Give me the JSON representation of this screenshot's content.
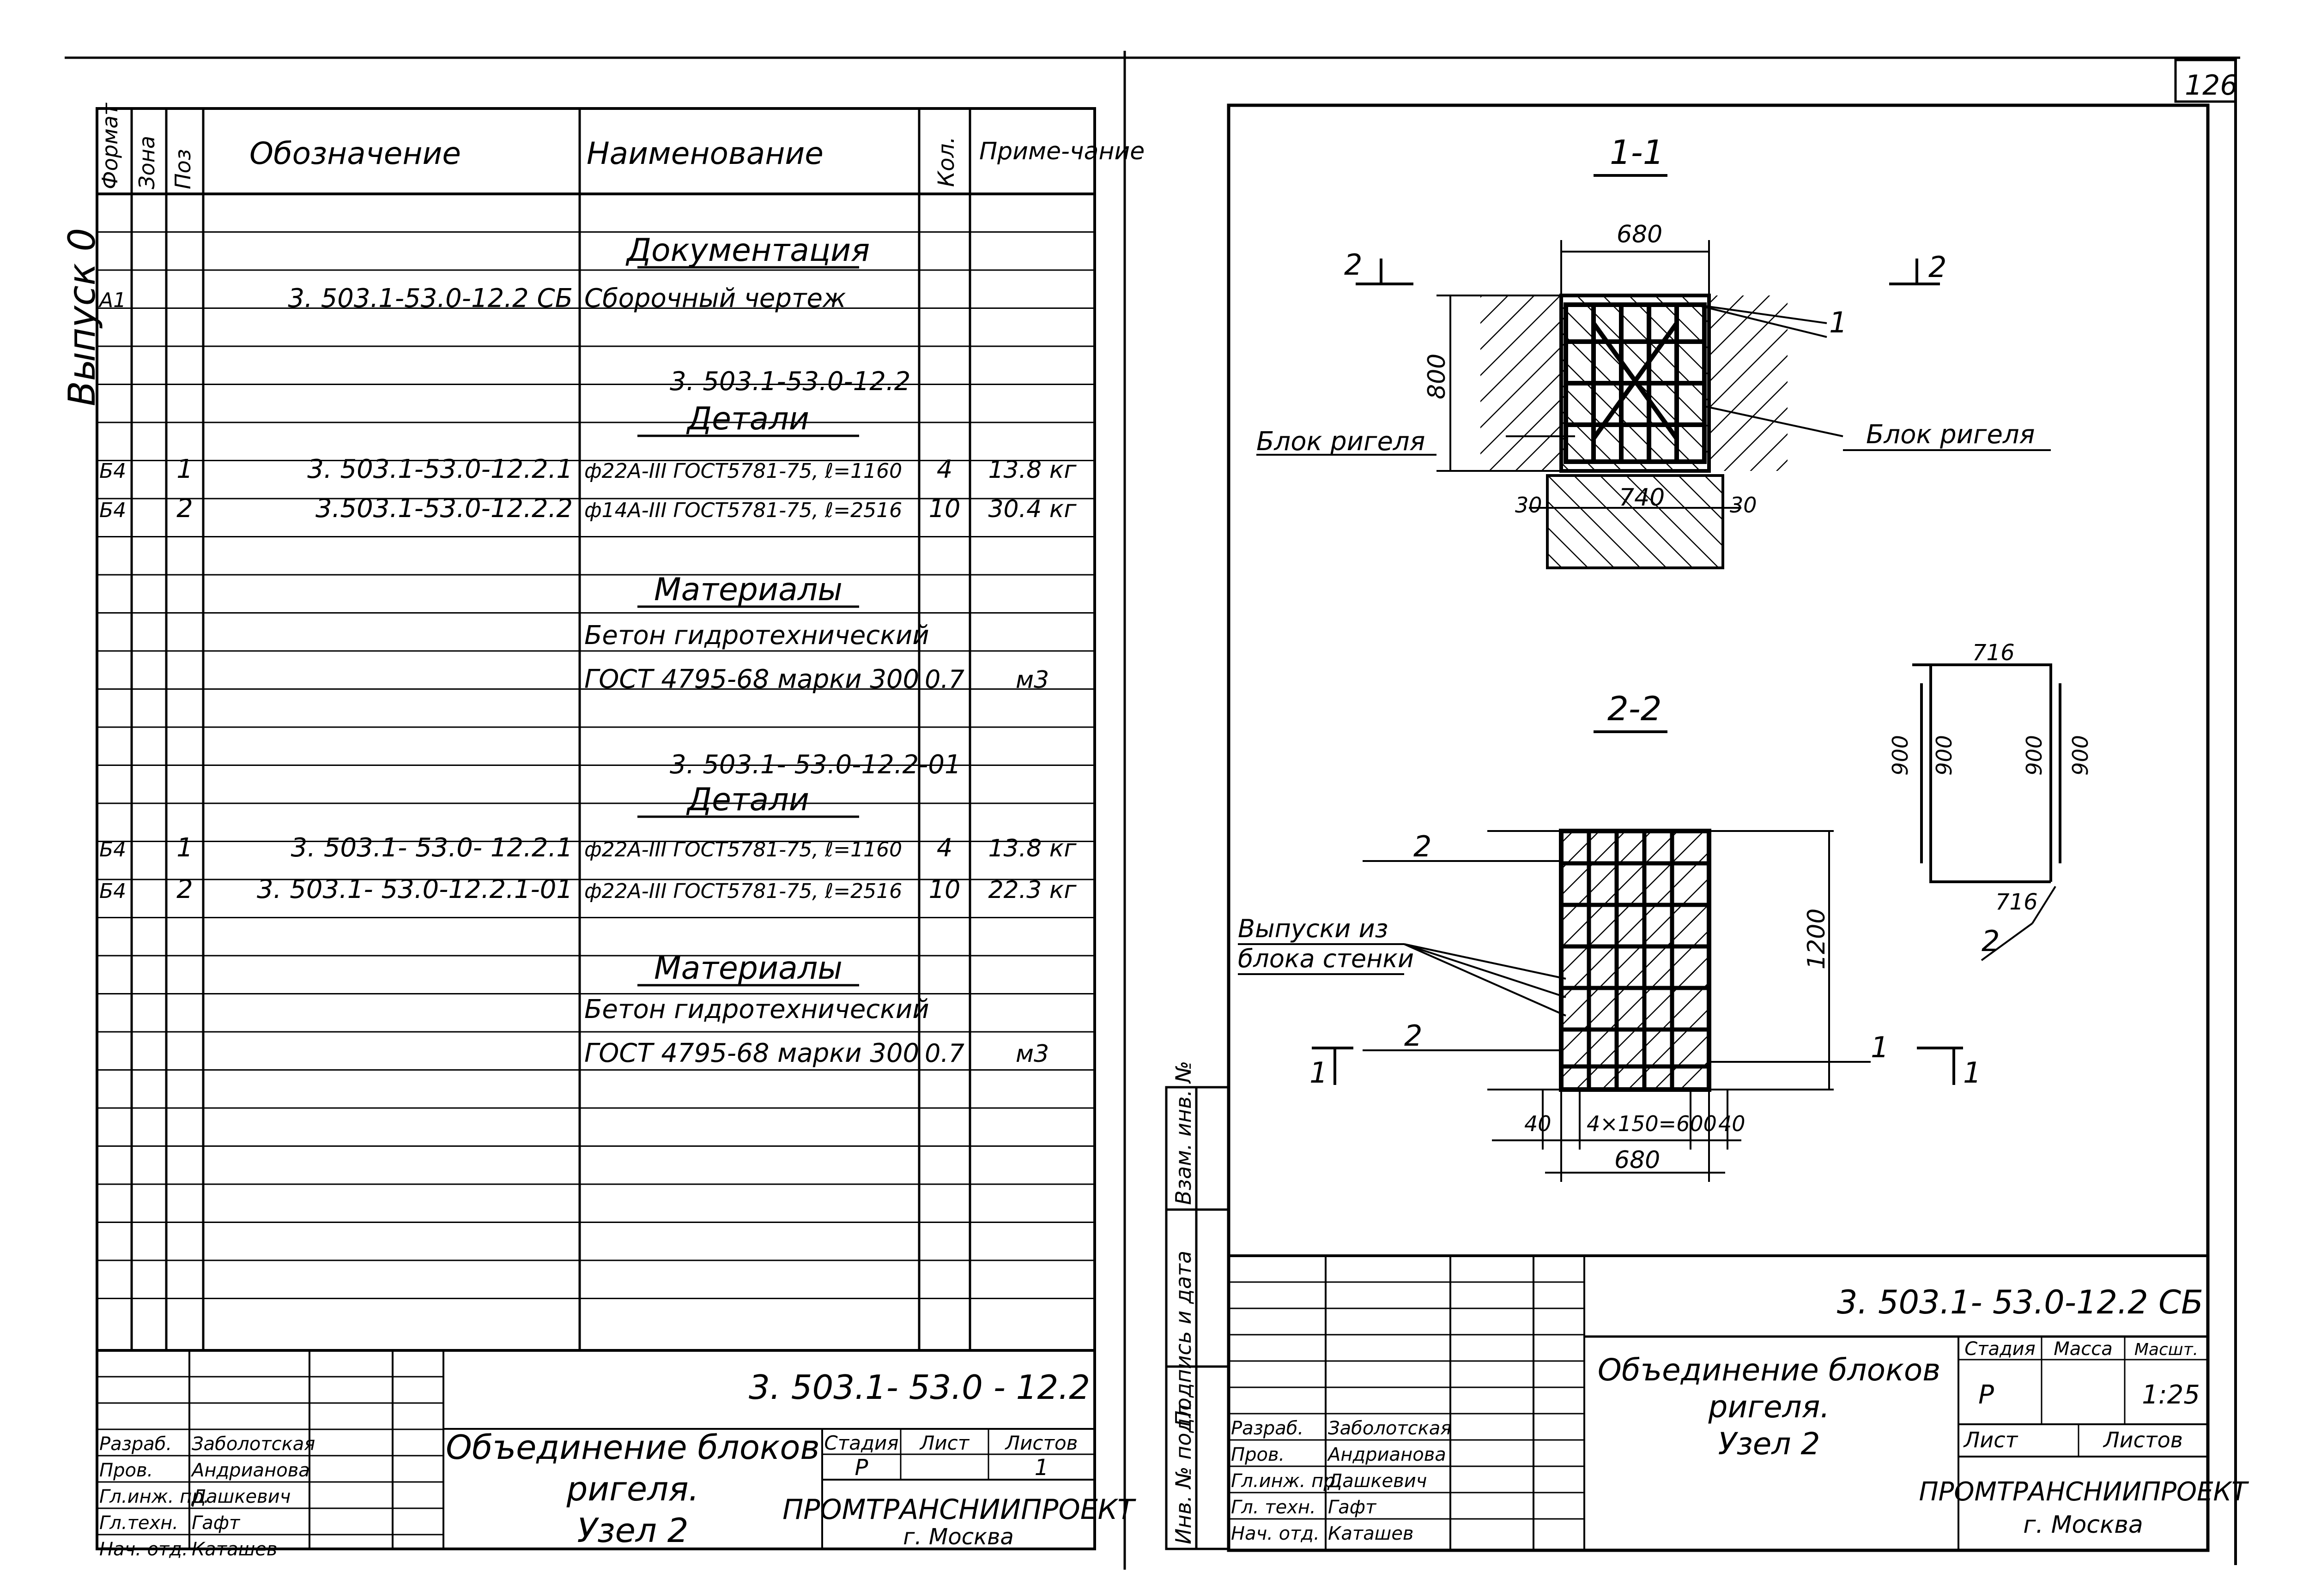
{
  "page_number": "126",
  "side_label": "Выпуск 0",
  "spec": {
    "headers": {
      "format": "Формат",
      "zone": "Зона",
      "pos": "Поз",
      "designation": "Обозначение",
      "name": "Наименование",
      "qty": "Кол.",
      "note": "Приме-чание"
    },
    "rows": [
      {
        "fmt": "",
        "pos": "",
        "des": "",
        "name": "Документация",
        "qty": "",
        "note": "",
        "heading": true
      },
      {
        "fmt": "А1",
        "pos": "",
        "des": "3. 503.1-53.0-12.2 СБ",
        "name": "Сборочный чертеж",
        "qty": "",
        "note": "",
        "heading": false
      },
      {
        "fmt": "",
        "pos": "",
        "des": "",
        "name": "",
        "qty": "",
        "note": "",
        "heading": false
      },
      {
        "fmt": "",
        "pos": "",
        "des": "",
        "name": "3. 503.1-53.0-12.2",
        "qty": "",
        "note": "",
        "heading": false
      },
      {
        "fmt": "",
        "pos": "",
        "des": "",
        "name": "Детали",
        "qty": "",
        "note": "",
        "heading": true
      },
      {
        "fmt": "Б4",
        "pos": "1",
        "des": "3. 503.1-53.0-12.2.1",
        "name": "ф22А-III ГОСТ5781-75, ℓ=1160",
        "qty": "4",
        "note": "13.8 кг",
        "heading": false
      },
      {
        "fmt": "Б4",
        "pos": "2",
        "des": "3.503.1-53.0-12.2.2",
        "name": "ф14А-III ГОСТ5781-75, ℓ=2516",
        "qty": "10",
        "note": "30.4 кг",
        "heading": false
      },
      {
        "fmt": "",
        "pos": "",
        "des": "",
        "name": "",
        "qty": "",
        "note": "",
        "heading": false
      },
      {
        "fmt": "",
        "pos": "",
        "des": "",
        "name": "Материалы",
        "qty": "",
        "note": "",
        "heading": true
      },
      {
        "fmt": "",
        "pos": "",
        "des": "",
        "name": "Бетон гидротехнический",
        "qty": "",
        "note": "",
        "heading": false
      },
      {
        "fmt": "",
        "pos": "",
        "des": "",
        "name": "ГОСТ 4795-68 марки 300",
        "qty": "0.7",
        "note": "м3",
        "heading": false
      },
      {
        "fmt": "",
        "pos": "",
        "des": "",
        "name": "",
        "qty": "",
        "note": "",
        "heading": false
      },
      {
        "fmt": "",
        "pos": "",
        "des": "",
        "name": "3. 503.1- 53.0-12.2-01",
        "qty": "",
        "note": "",
        "heading": false
      },
      {
        "fmt": "",
        "pos": "",
        "des": "",
        "name": "Детали",
        "qty": "",
        "note": "",
        "heading": true
      },
      {
        "fmt": "Б4",
        "pos": "1",
        "des": "3. 503.1- 53.0- 12.2.1",
        "name": "ф22А-III ГОСТ5781-75, ℓ=1160",
        "qty": "4",
        "note": "13.8 кг",
        "heading": false
      },
      {
        "fmt": "Б4",
        "pos": "2",
        "des": "3. 503.1- 53.0-12.2.1-01",
        "name": "ф22А-III ГОСТ5781-75, ℓ=2516",
        "qty": "10",
        "note": "22.3 кг",
        "heading": false
      },
      {
        "fmt": "",
        "pos": "",
        "des": "",
        "name": "",
        "qty": "",
        "note": "",
        "heading": false
      },
      {
        "fmt": "",
        "pos": "",
        "des": "",
        "name": "Материалы",
        "qty": "",
        "note": "",
        "heading": true
      },
      {
        "fmt": "",
        "pos": "",
        "des": "",
        "name": "Бетон гидротехнический",
        "qty": "",
        "note": "",
        "heading": false
      },
      {
        "fmt": "",
        "pos": "",
        "des": "",
        "name": "ГОСТ 4795-68 марки 300",
        "qty": "0.7",
        "note": "м3",
        "heading": false
      }
    ]
  },
  "title_block_left": {
    "code": "3. 503.1- 53.0 - 12.2",
    "title_lines": [
      "Объединение блоков",
      "ригеля.",
      "Узел 2"
    ],
    "stage_label": "Стадия",
    "sheet_label": "Лист",
    "sheets_label": "Листов",
    "stage": "Р",
    "sheets": "1",
    "org": "ПРОМТРАНСНИИПРОЕКТ",
    "city": "г. Москва",
    "people": [
      {
        "role": "Разраб.",
        "name": "Заболотская"
      },
      {
        "role": "Пров.",
        "name": "Андрианова"
      },
      {
        "role": "Гл.инж. пр.",
        "name": "Дашкевич"
      },
      {
        "role": "Гл.техн.",
        "name": "Гафт"
      },
      {
        "role": "Нач. отд.",
        "name": "Каташев"
      }
    ]
  },
  "title_block_right": {
    "code": "3. 503.1- 53.0-12.2 СБ",
    "title_lines": [
      "Объединение блоков",
      "ригеля.",
      "Узел 2"
    ],
    "stage_label": "Стадия",
    "mass_label": "Масса",
    "scale_label": "Масшт.",
    "sheet_label": "Лист",
    "sheets_label": "Листов",
    "stage": "Р",
    "scale": "1:25",
    "org": "ПРОМТРАНСНИИПРОЕКТ",
    "city": "г. Москва",
    "people": [
      {
        "role": "Разраб.",
        "name": "Заболотская"
      },
      {
        "role": "Пров.",
        "name": "Андрианова"
      },
      {
        "role": "Гл.инж. пр.",
        "name": "Дашкевич"
      },
      {
        "role": "Гл. техн.",
        "name": "Гафт"
      },
      {
        "role": "Нач. отд.",
        "name": "Каташев"
      }
    ]
  },
  "stamp_side": {
    "inv_orig": "Инв. № подл.",
    "sign_date": "Подпись и дата",
    "inv_repl": "Взам. инв. №"
  },
  "drawing": {
    "section_1": "1-1",
    "section_2": "2-2",
    "cut_mark_2": "2",
    "cut_mark_1": "1",
    "pos_label_1": "1",
    "pos_label_2": "2",
    "dim_680": "680",
    "dim_800": "800",
    "dim_740": "740",
    "dim_30": "30",
    "dim_1200": "1200",
    "dim_40": "40",
    "dim_spacing": "4×150=600",
    "dim_716": "716",
    "dim_900": "900",
    "label_block": "Блок ригеля",
    "label_outlets": [
      "Выпуски из",
      "блока стенки"
    ]
  }
}
